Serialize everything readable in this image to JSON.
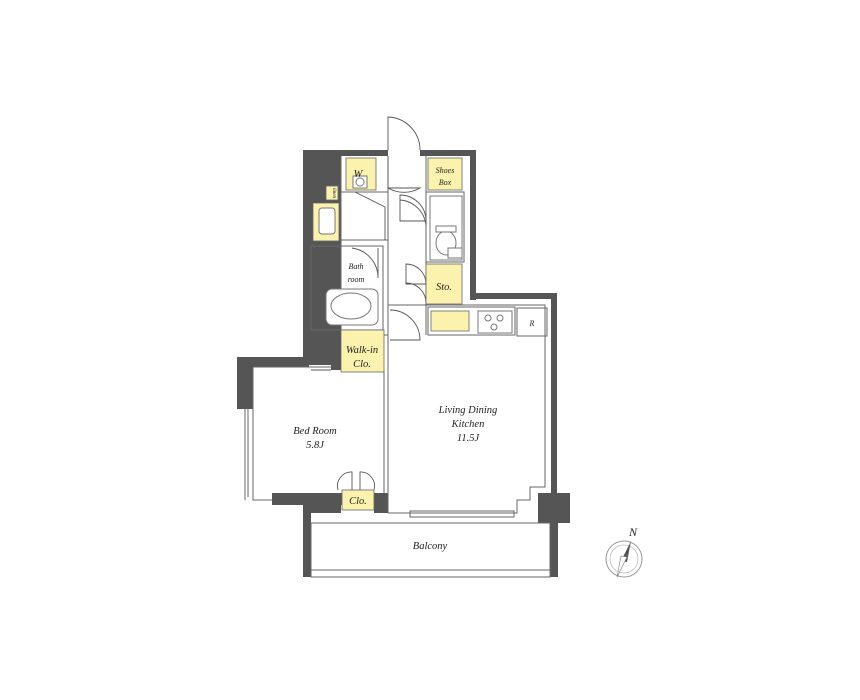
{
  "rooms": {
    "washer": "W",
    "shoes_box": [
      "Shoes",
      "Box"
    ],
    "bathroom": [
      "Bath",
      "room"
    ],
    "storage": "Sto.",
    "walk_in_closet": [
      "Walk-in",
      "Clo."
    ],
    "bedroom": [
      "Bed Room",
      "5.8J"
    ],
    "ldk": [
      "Living Dining",
      "Kitchen",
      "11.5J"
    ],
    "closet": "Clo.",
    "refrigerator": "R",
    "balcony": "Balcony",
    "linen": "linen"
  },
  "compass": {
    "north_label": "N"
  },
  "colors": {
    "wall": "#555555",
    "storage_fill": "#fbf2ae",
    "line": "#666666"
  }
}
